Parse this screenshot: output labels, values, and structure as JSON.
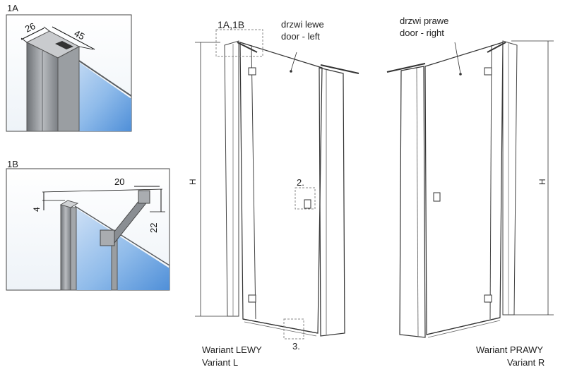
{
  "detail_1a": {
    "label": "1A",
    "dim_width": "26",
    "dim_depth": "45"
  },
  "detail_1b": {
    "label": "1B",
    "dim_horizontal": "20",
    "dim_left_vertical": "4",
    "dim_right_vertical": "22"
  },
  "left_variant": {
    "callout_1a1b": "1A,1B",
    "door_label_pl": "drzwi lewe",
    "door_label_en": "door - left",
    "height_label": "H",
    "callout_2": "2.",
    "callout_3": "3.",
    "variant_pl": "Wariant LEWY",
    "variant_en": "Variant L"
  },
  "right_variant": {
    "door_label_pl": "drzwi prawe",
    "door_label_en": "door - right",
    "height_label": "H",
    "variant_pl": "Wariant PRAWY",
    "variant_en": "Variant R"
  },
  "colors": {
    "glass": "#7aaee6",
    "glass_light": "#dbe9f8",
    "profile": "#8a8e93",
    "line": "#333333"
  }
}
